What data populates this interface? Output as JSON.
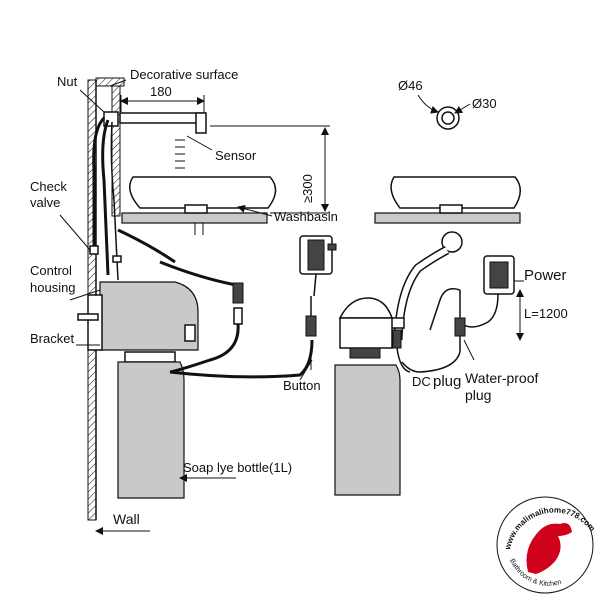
{
  "labels": {
    "nut": "Nut",
    "decorative_surface": "Decorative surface",
    "dim_180": "180",
    "sensor": "Sensor",
    "dim_300": "≥300",
    "check_valve_line1": "Check",
    "check_valve_line2": "valve",
    "washbasin": "Washbasin",
    "control_housing_line1": "Control",
    "control_housing_line2": "housing",
    "bracket": "Bracket",
    "button": "Button",
    "dc_plug_prefix": "DC",
    "dc_plug": "plug",
    "waterproof_plug_line1": "Water-proof",
    "waterproof_plug_line2": "plug",
    "power": "Power",
    "cable_length": "L=1200",
    "soap_bottle": "Soap lye bottle(1L)",
    "wall": "Wall",
    "dia_46": "Ø46",
    "dia_30": "Ø30"
  },
  "logo": {
    "url_text": "www.malimalihome778.com",
    "subtitle": "Bathroom & Kitchen",
    "accent_color": "#d0021b"
  }
}
